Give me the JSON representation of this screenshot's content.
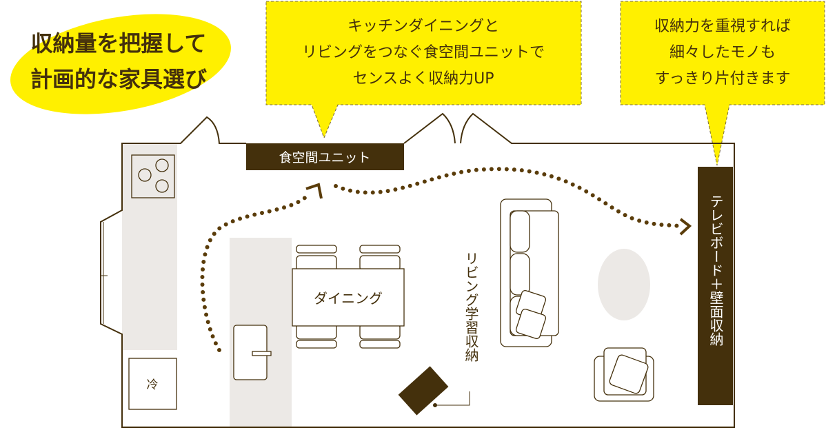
{
  "headline": {
    "line1": "収納量を把握して",
    "line2": "計画的な家具選び"
  },
  "callouts": [
    {
      "lines": [
        "キッチンダイニングと",
        "リビングをつなぐ食空間ユニットで",
        "センスよく収納力UP"
      ]
    },
    {
      "lines": [
        "収納力を重視すれば",
        "細々したモノも",
        "すっきり片付きます"
      ]
    }
  ],
  "labels": {
    "unit": "食空間ユニット",
    "dining": "ダイニング",
    "fridge": "冷",
    "study_storage": "リビング学習収納",
    "tv_board": "テレビボード＋壁面収納"
  },
  "colors": {
    "brown": "#44300c",
    "yellow": "#fff000",
    "grey": "#ece9e6"
  }
}
